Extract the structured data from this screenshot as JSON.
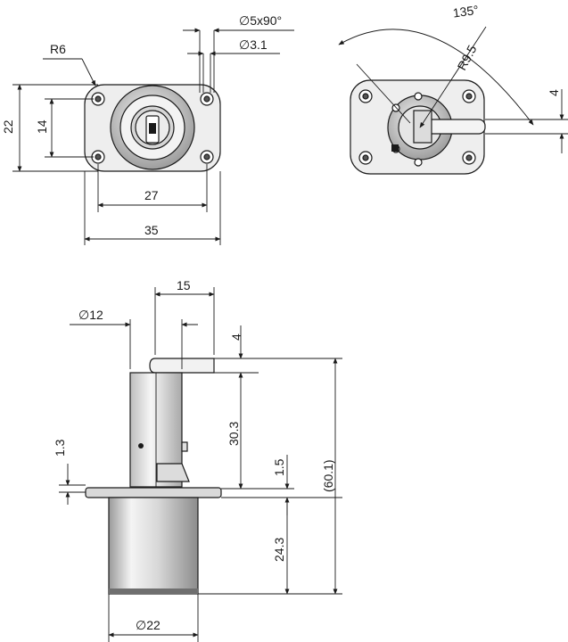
{
  "top_view": {
    "labels": {
      "chamfer": "∅5x90°",
      "hole_dia": "∅3.1",
      "radius": "R6",
      "height": "22",
      "hole_spacing_v": "14",
      "hole_spacing_h": "27",
      "width": "35"
    }
  },
  "back_view": {
    "labels": {
      "angle": "135°",
      "radius": "R9.5",
      "cam_width": "4"
    }
  },
  "side_view": {
    "labels": {
      "cam_length": "15",
      "shaft_dia": "∅12",
      "cam_thickness": "4",
      "shaft_length": "30.3",
      "flange_step": "1.3",
      "flange_thickness": "1.5",
      "total_length": "(60.1)",
      "body_length": "24.3",
      "body_dia": "∅22"
    }
  },
  "colors": {
    "line": "#1a1a1a",
    "metal_light": "#f2f2f2",
    "metal_mid": "#cfcfcf",
    "metal_dark": "#8a8a8a"
  }
}
